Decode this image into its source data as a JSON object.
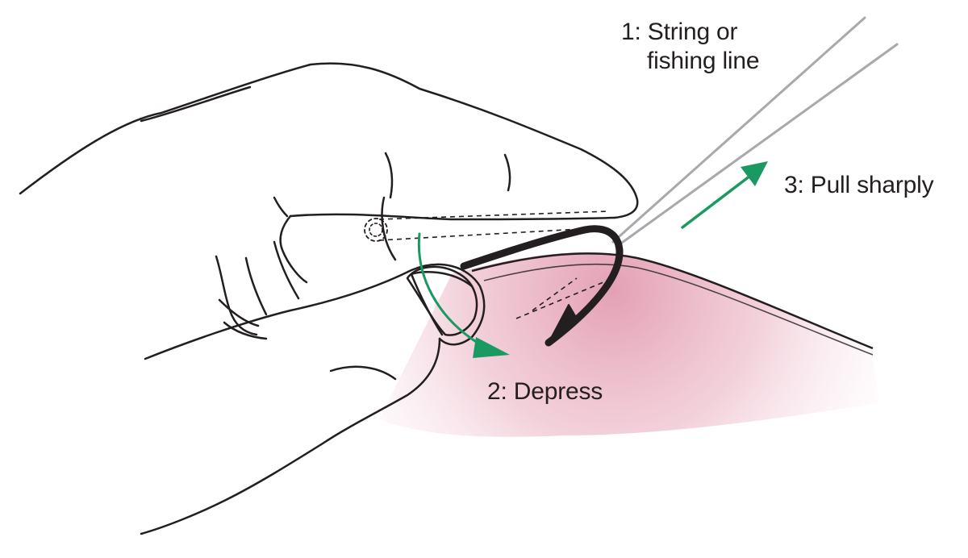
{
  "labels": {
    "step1_line1": "1: String or",
    "step1_line2": "fishing line",
    "step2": "2: Depress",
    "step3": "3: Pull sharply"
  },
  "colors": {
    "outline": "#231f20",
    "arrow": "#1a9a62",
    "skin": "#e7a9b9",
    "line": "#a7a9ac",
    "hook": "#231f20"
  },
  "icons": {
    "depress_arrow": "curved-arrow-icon",
    "pull_arrow": "straight-arrow-icon"
  }
}
